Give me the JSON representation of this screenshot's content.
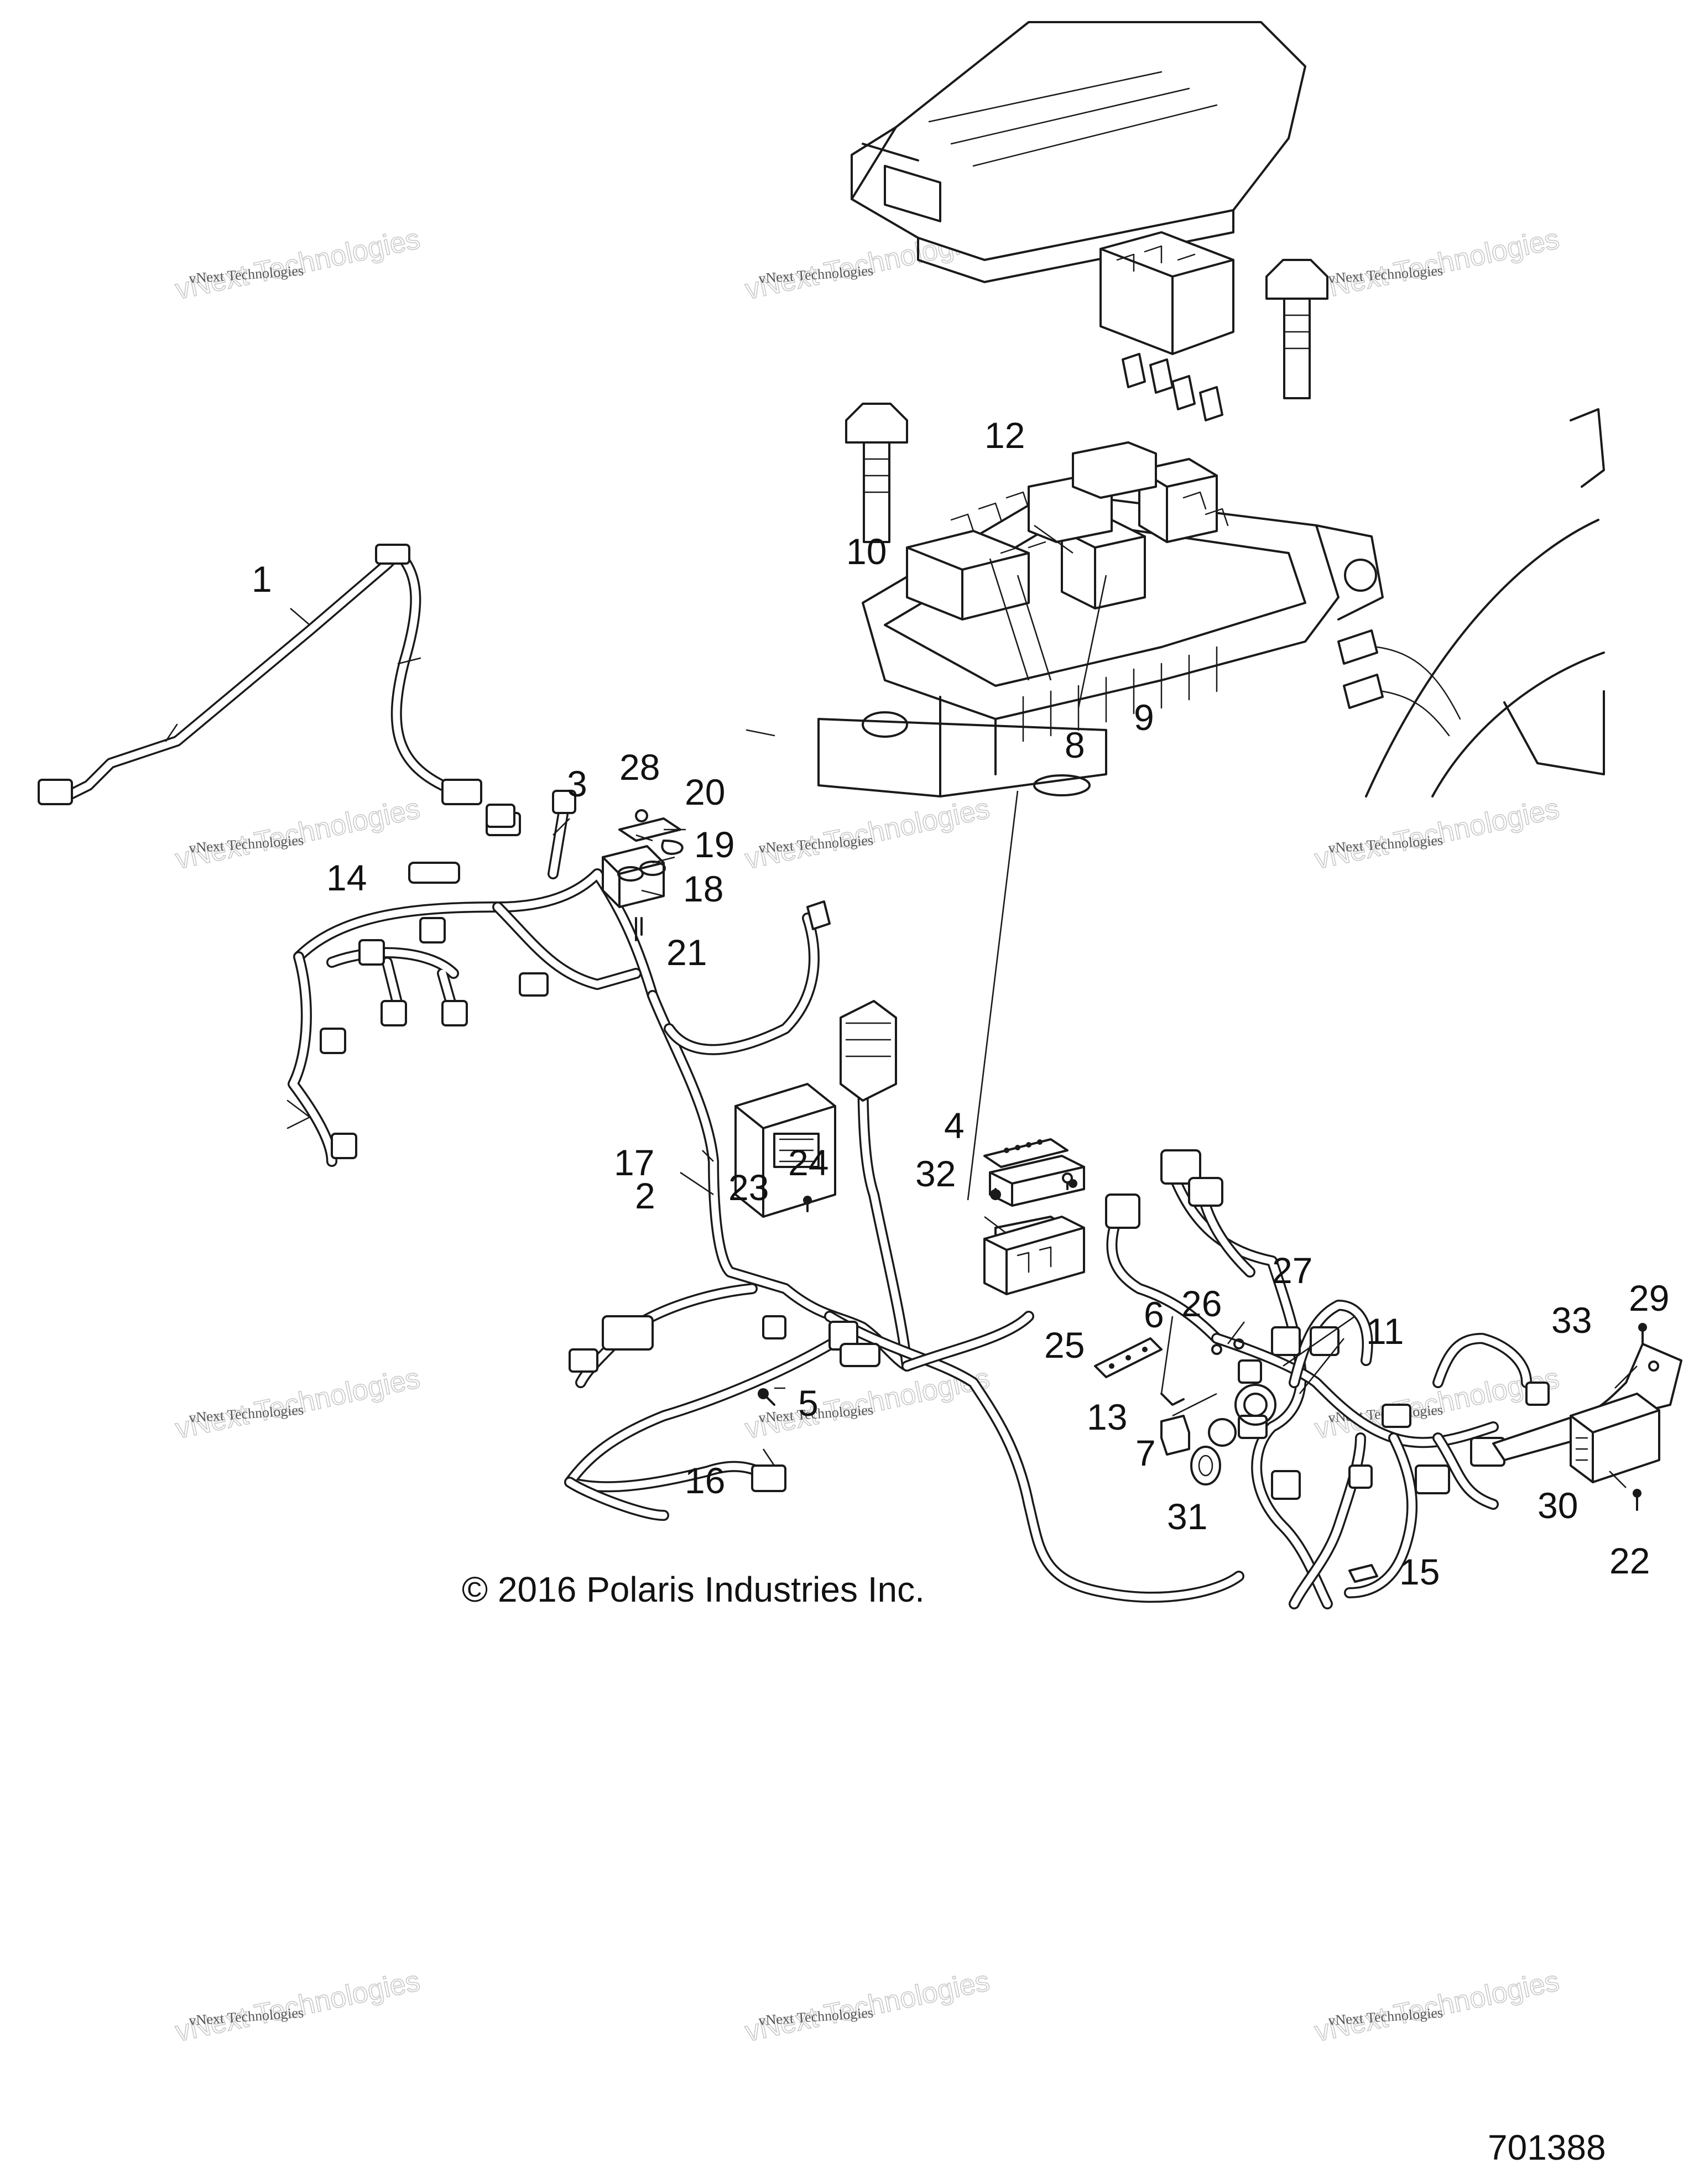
{
  "callouts": [
    "1",
    "2",
    "3",
    "4",
    "5",
    "6",
    "7",
    "8",
    "9",
    "10",
    "11",
    "12",
    "13",
    "14",
    "15",
    "16",
    "17",
    "18",
    "19",
    "20",
    "21",
    "22",
    "23",
    "24",
    "25",
    "26",
    "27",
    "28",
    "29",
    "30",
    "31",
    "32",
    "33"
  ],
  "copyright": "© 2016 Polaris Industries Inc.",
  "document_number": "701388",
  "watermark": {
    "line1": "vNext Technologies",
    "line2": "vNext Technologies"
  }
}
